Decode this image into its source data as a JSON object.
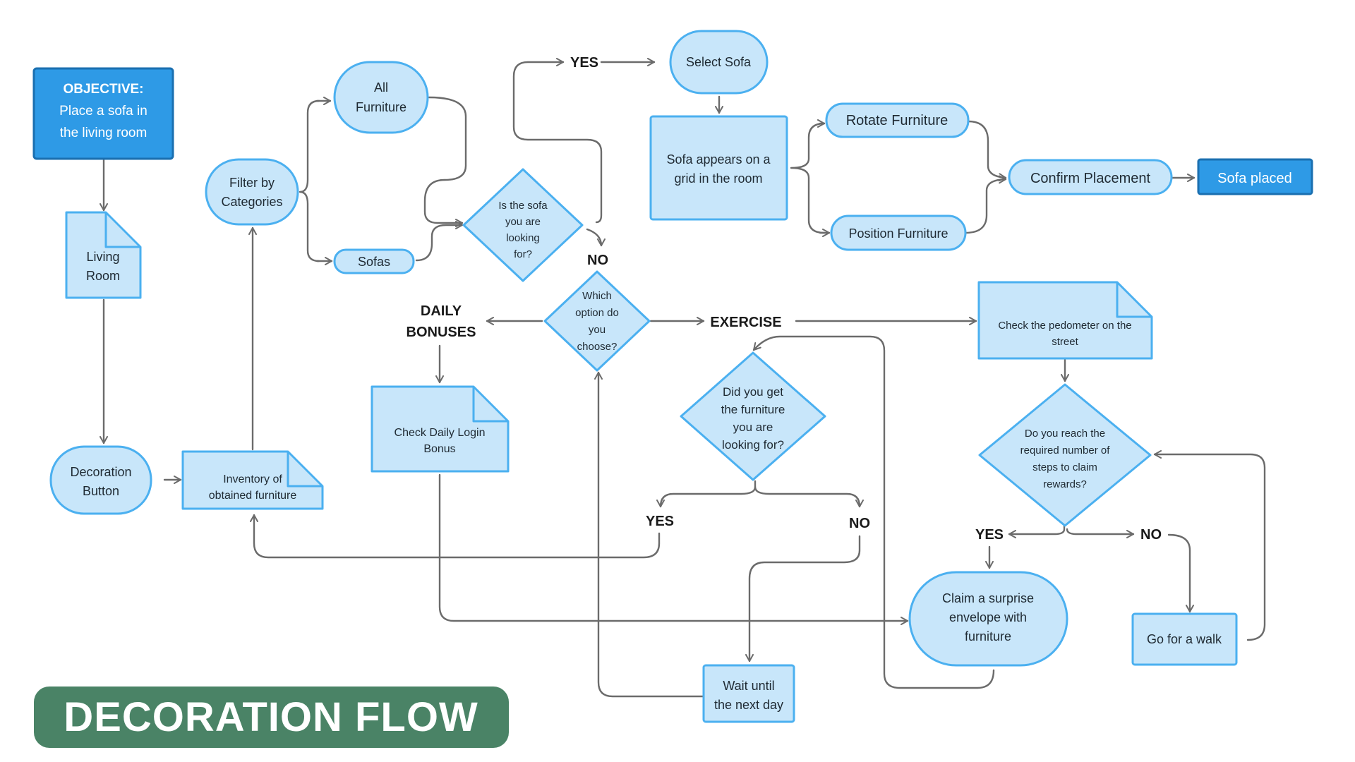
{
  "title": "DECORATION FLOW",
  "colors": {
    "node_fill": "#c8e6fa",
    "node_stroke": "#4bb0f0",
    "accent_fill": "#2e9ae6",
    "accent_stroke": "#1a6fb0",
    "line": "#6b6b6b",
    "text": "#1f2a33",
    "title_bg": "#4a8366"
  },
  "nodes": {
    "objective": [
      "OBJECTIVE:",
      "Place a sofa in",
      "the living room"
    ],
    "living_room": [
      "Living",
      "Room"
    ],
    "decoration_button": [
      "Decoration",
      "Button"
    ],
    "inventory": [
      "Inventory of",
      "obtained furniture"
    ],
    "filter_categories": [
      "Filter by",
      "Categories"
    ],
    "all_furniture": [
      "All",
      "Furniture"
    ],
    "sofas": [
      "Sofas"
    ],
    "is_sofa": [
      "Is the sofa",
      "you are",
      "looking",
      "for?"
    ],
    "select_sofa": [
      "Select Sofa"
    ],
    "sofa_grid": [
      "Sofa appears on a",
      "grid in the room"
    ],
    "rotate": [
      "Rotate Furniture"
    ],
    "position": [
      "Position Furniture"
    ],
    "confirm": [
      "Confirm Placement"
    ],
    "sofa_placed": [
      "Sofa placed"
    ],
    "which_option": [
      "Which",
      "option do",
      "you",
      "choose?"
    ],
    "check_daily": [
      "Check Daily Login",
      "Bonus"
    ],
    "did_you_get": [
      "Did you get",
      "the furniture",
      "you are",
      "looking for?"
    ],
    "check_pedometer": [
      "Check the pedometer on the",
      "street"
    ],
    "reach_steps": [
      "Do you reach the",
      "required number of",
      "steps to claim",
      "rewards?"
    ],
    "claim_envelope": [
      "Claim a surprise",
      "envelope with",
      "furniture"
    ],
    "go_walk": [
      "Go for a walk"
    ],
    "wait_day": [
      "Wait until",
      "the next day"
    ]
  },
  "labels": {
    "yes_top": "YES",
    "no_top": "NO",
    "daily_bonuses": [
      "DAILY",
      "BONUSES"
    ],
    "exercise": "EXERCISE",
    "yes_mid": "YES",
    "no_mid": "NO",
    "yes_right": "YES",
    "no_right": "NO"
  }
}
